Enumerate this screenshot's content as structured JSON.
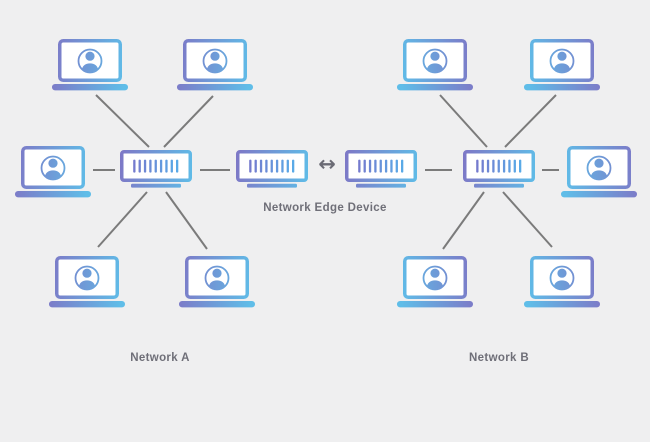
{
  "canvas": {
    "background": "#efeff0"
  },
  "colors": {
    "accent_purple": "#7e77c6",
    "accent_cyan": "#5fbde8",
    "connection_line": "#7b7b7b",
    "label_text": "#6f6f78"
  },
  "labels": {
    "edge_device": "Network Edge Device",
    "network_a": "Network A",
    "network_b": "Network B"
  },
  "arrow_glyph": "↔",
  "diagram": {
    "type": "network-topology",
    "networks": [
      {
        "name": "Network A",
        "workstations": 5,
        "hub": "network-switch"
      },
      {
        "name": "Network B",
        "workstations": 5,
        "hub": "network-switch"
      }
    ],
    "edge_devices": 2,
    "link": "bidirectional"
  }
}
